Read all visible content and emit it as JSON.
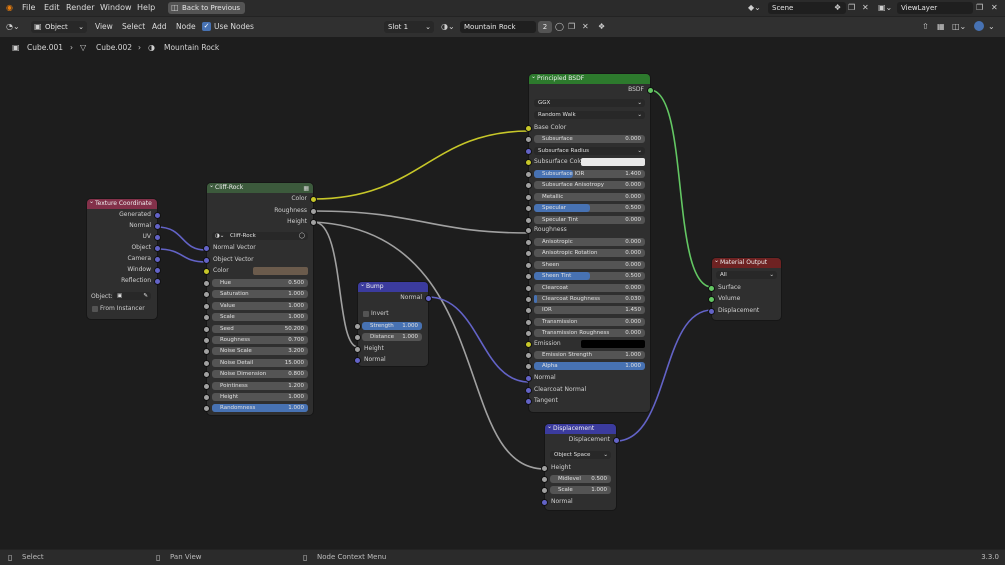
{
  "top_menu": {
    "items": [
      "File",
      "Edit",
      "Render",
      "Window",
      "Help"
    ],
    "back_button": "Back to Previous",
    "scene": "Scene",
    "view_layer": "ViewLayer"
  },
  "header": {
    "mode": "Object",
    "menus": [
      "View",
      "Select",
      "Add",
      "Node"
    ],
    "use_nodes": "Use Nodes",
    "slot": "Slot 1",
    "material_name": "Mountain Rock",
    "user_count": "2"
  },
  "breadcrumb": [
    "Cube.001",
    "Cube.002",
    "Mountain Rock"
  ],
  "nodes": {
    "texture_coordinate": {
      "title": "Texture Coordinate",
      "outputs": [
        "Generated",
        "Normal",
        "UV",
        "Object",
        "Camera",
        "Window",
        "Reflection"
      ],
      "object_label": "Object:",
      "from_instancer": "From Instancer"
    },
    "cliff_rock": {
      "title": "Cliff-Rock",
      "outputs": [
        "Color",
        "Roughness",
        "Height"
      ],
      "group_name": "Cliff-Rock",
      "vector_inputs": [
        "Normal Vector",
        "Object Vector"
      ],
      "color_label": "Color",
      "fields": [
        {
          "name": "Hue",
          "value": "0.500"
        },
        {
          "name": "Saturation",
          "value": "1.000"
        },
        {
          "name": "Value",
          "value": "1.000"
        },
        {
          "name": "Scale",
          "value": "1.000"
        },
        {
          "name": "Seed",
          "value": "50.200"
        },
        {
          "name": "Roughness",
          "value": "0.700"
        },
        {
          "name": "Noise Scale",
          "value": "3.200"
        },
        {
          "name": "Noise Detail",
          "value": "15.000"
        },
        {
          "name": "Noise Dimension",
          "value": "0.800"
        },
        {
          "name": "Pointiness",
          "value": "1.200"
        },
        {
          "name": "Height",
          "value": "1.000"
        },
        {
          "name": "Randomness",
          "value": "1.000"
        }
      ]
    },
    "bump": {
      "title": "Bump",
      "output": "Normal",
      "invert": "Invert",
      "fields": [
        {
          "name": "Strength",
          "value": "1.000"
        },
        {
          "name": "Distance",
          "value": "1.000"
        }
      ],
      "inputs": [
        "Height",
        "Normal"
      ]
    },
    "principled": {
      "title": "Principled BSDF",
      "output": "BSDF",
      "distribution": "GGX",
      "subsurface_method": "Random Walk",
      "base_color": "Base Color",
      "subsurface": {
        "name": "Subsurface",
        "value": "0.000"
      },
      "subsurface_radius": "Subsurface Radius",
      "subsurface_color": "Subsurface Color",
      "fields_a": [
        {
          "name": "Subsurface IOR",
          "value": "1.400"
        },
        {
          "name": "Subsurface Anisotropy",
          "value": "0.000"
        },
        {
          "name": "Metallic",
          "value": "0.000"
        },
        {
          "name": "Specular",
          "value": "0.500"
        },
        {
          "name": "Specular Tint",
          "value": "0.000"
        }
      ],
      "roughness": "Roughness",
      "fields_b": [
        {
          "name": "Anisotropic",
          "value": "0.000"
        },
        {
          "name": "Anisotropic Rotation",
          "value": "0.000"
        },
        {
          "name": "Sheen",
          "value": "0.000"
        },
        {
          "name": "Sheen Tint",
          "value": "0.500"
        },
        {
          "name": "Clearcoat",
          "value": "0.000"
        },
        {
          "name": "Clearcoat Roughness",
          "value": "0.030"
        },
        {
          "name": "IOR",
          "value": "1.450"
        },
        {
          "name": "Transmission",
          "value": "0.000"
        },
        {
          "name": "Transmission Roughness",
          "value": "0.000"
        }
      ],
      "emission": "Emission",
      "fields_c": [
        {
          "name": "Emission Strength",
          "value": "1.000"
        },
        {
          "name": "Alpha",
          "value": "1.000"
        }
      ],
      "vector_inputs": [
        "Normal",
        "Clearcoat Normal",
        "Tangent"
      ]
    },
    "displacement": {
      "title": "Displacement",
      "output": "Displacement",
      "space": "Object Space",
      "height": "Height",
      "fields": [
        {
          "name": "Midlevel",
          "value": "0.500"
        },
        {
          "name": "Scale",
          "value": "1.000"
        }
      ],
      "normal": "Normal"
    },
    "material_output": {
      "title": "Material Output",
      "target": "All",
      "inputs": [
        "Surface",
        "Volume",
        "Displacement"
      ]
    }
  },
  "status_bar": {
    "select": "Select",
    "pan": "Pan View",
    "context": "Node Context Menu",
    "version": "3.3.0"
  },
  "colors": {
    "header_texcoord": "#83314a",
    "header_group": "#3c5a3c",
    "header_vector": "#3b3b9e",
    "header_shader": "#2d7a2d",
    "header_output": "#6e2222",
    "socket_color": "#c7c729",
    "socket_float": "#a1a1a1",
    "socket_vector": "#6363c7",
    "socket_shader": "#63c763",
    "slider_fill": "#4772b3"
  }
}
